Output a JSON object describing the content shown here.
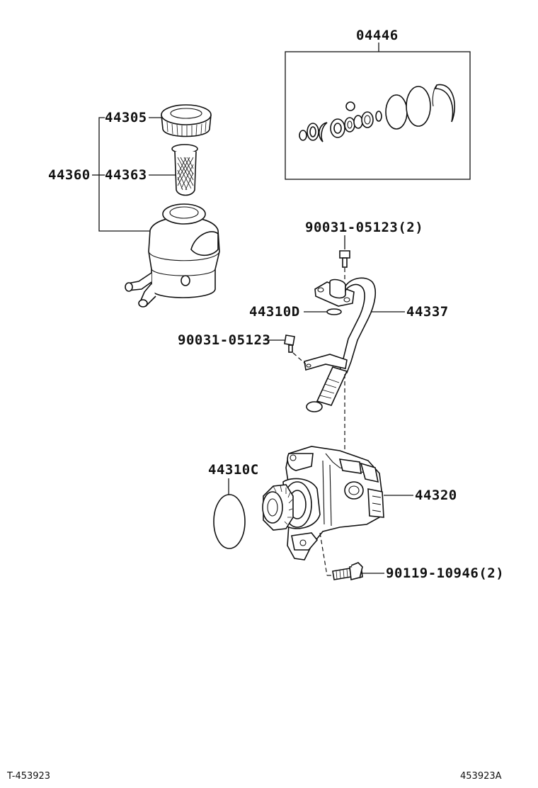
{
  "diagram": {
    "labels": {
      "kit": "04446",
      "cap": "44305",
      "reservoir": "44360",
      "strainer": "44363",
      "bolt_top": "90031-05123(2)",
      "oring_d": "44310D",
      "pipe": "44337",
      "bolt_left": "90031-05123",
      "oring_c": "44310C",
      "pump": "44320",
      "bolt_bottom": "90119-10946(2)"
    },
    "footer": {
      "left": "T-453923",
      "right": "453923A"
    }
  }
}
